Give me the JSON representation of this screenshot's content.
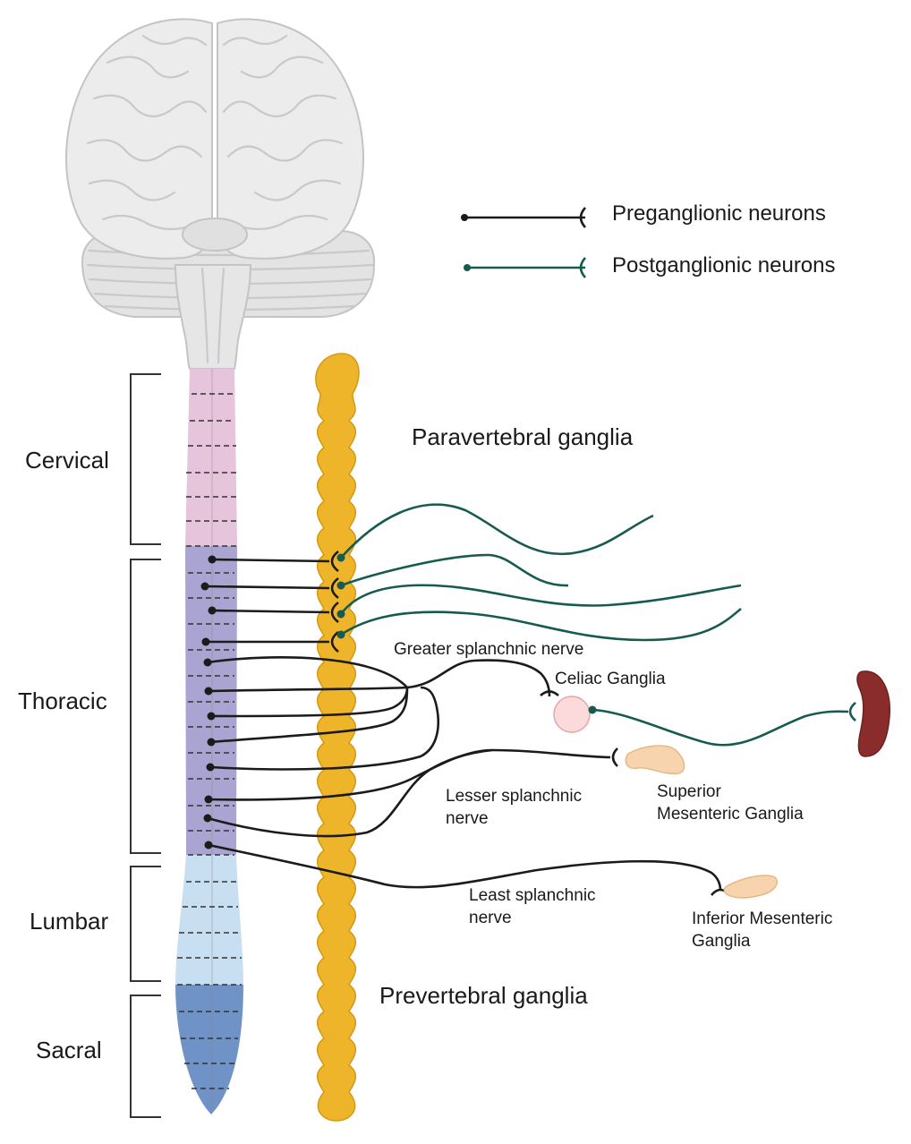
{
  "legend": {
    "preganglionic": "Preganglionic neurons",
    "postganglionic": "Postganglionic neurons"
  },
  "regions": {
    "cervical": "Cervical",
    "thoracic": "Thoracic",
    "lumbar": "Lumbar",
    "sacral": "Sacral"
  },
  "ganglia": {
    "paravertebral": "Paravertebral ganglia",
    "prevertebral": "Prevertebral ganglia",
    "celiac": "Celiac Ganglia",
    "superior_mesenteric": [
      "Superior",
      "Mesenteric Ganglia"
    ],
    "inferior_mesenteric": [
      "Inferior Mesenteric",
      "Ganglia"
    ]
  },
  "nerves": {
    "greater_splanchnic": "Greater splanchnic  nerve",
    "lesser_splanchnic": [
      "Lesser splanchnic",
      "nerve"
    ],
    "least_splanchnic": [
      "Least splanchnic",
      "nerve"
    ]
  },
  "colors": {
    "preganglionic": "#1b1b1b",
    "postganglionic": "#175b50",
    "cervical": "#e6c4dc",
    "thoracic": "#a9a4d1",
    "lumbar": "#c8dff1",
    "sacral": "#6f93c7",
    "sympathetic_chain": "#eeb52a",
    "celiac": "#fadada",
    "mesenteric": "#f7d4ad",
    "organ": "#8b2c2c"
  }
}
